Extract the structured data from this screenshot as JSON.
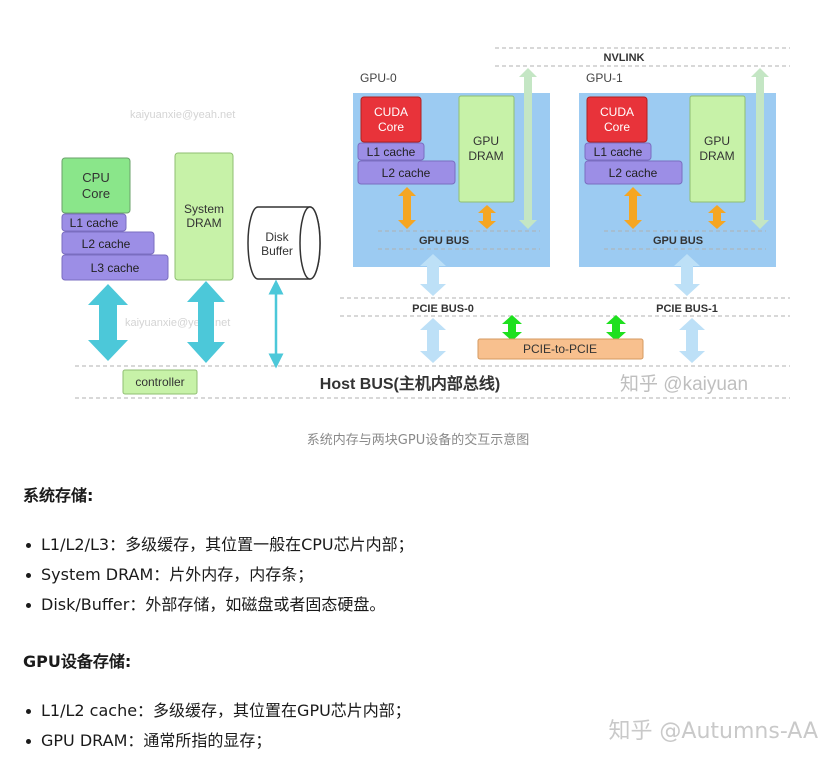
{
  "figure": {
    "caption": "系统内存与两块GPU设备的交互示意图",
    "host_bus": "Host BUS(主机内部总线)",
    "controller": "controller",
    "cpu": {
      "core": [
        "CPU",
        "Core"
      ],
      "l1": "L1 cache",
      "l2": "L2 cache",
      "l3": "L3 cache"
    },
    "system_dram": [
      "System",
      "DRAM"
    ],
    "disk_buffer": [
      "Disk",
      "Buffer"
    ],
    "nvlink": "NVLINK",
    "pcie_to_pcie": "PCIE-to-PCIE",
    "gpus": [
      {
        "label": "GPU-0",
        "cuda_core": [
          "CUDA",
          "Core"
        ],
        "l1": "L1 cache",
        "l2": "L2 cache",
        "dram": [
          "GPU",
          "DRAM"
        ],
        "bus": "GPU BUS",
        "pcie_bus": "PCIE BUS-0"
      },
      {
        "label": "GPU-1",
        "cuda_core": [
          "CUDA",
          "Core"
        ],
        "l1": "L1 cache",
        "l2": "L2 cache",
        "dram": [
          "GPU",
          "DRAM"
        ],
        "bus": "GPU BUS",
        "pcie_bus": "PCIE BUS-1"
      }
    ],
    "watermarks": [
      "kaiyuanxie@yeah.net",
      "kaiyuanxie@yeah.net",
      "知乎 @kaiyuan"
    ]
  },
  "sections": [
    {
      "title": "系统存储:",
      "items": [
        "L1/L2/L3：多级缓存，其位置一般在CPU芯片内部；",
        "System DRAM：片外内存，内存条；",
        "Disk/Buffer：外部存储，如磁盘或者固态硬盘。"
      ]
    },
    {
      "title": "GPU设备存储:",
      "items": [
        "L1/L2 cache：多级缓存，其位置在GPU芯片内部；",
        "GPU DRAM：通常所指的显存；"
      ]
    }
  ],
  "page_watermark": "知乎 @Autumns-AA",
  "colors": {
    "cpu_core": "#8ae68a",
    "cache": "#9c8ee6",
    "dram": "#c7f2a8",
    "cuda_core": "#e8333a",
    "gpu_panel": "#9ccbf2",
    "arrow_cyan": "#4cc8d9",
    "arrow_orange": "#f5a623",
    "arrow_green": "#1ee01e",
    "nvlink_arrow": "#c4e6c4",
    "pcie_bridge": "#f8c08e"
  }
}
